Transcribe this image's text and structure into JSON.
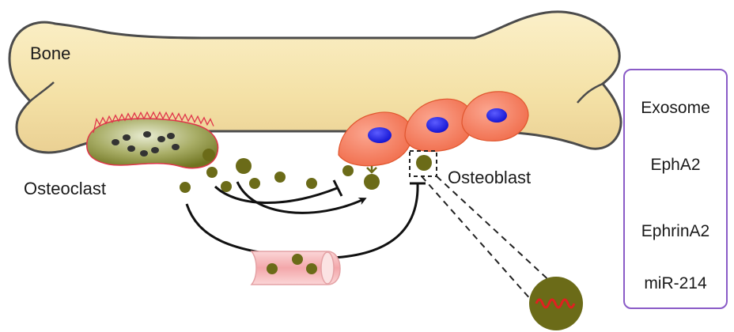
{
  "labels": {
    "bone": "Bone",
    "osteoclast": "Osteoclast",
    "osteoblast": "Osteoblast"
  },
  "legend": {
    "items": [
      {
        "label": "Exosome",
        "icon": "exosome-dot-icon"
      },
      {
        "label": "EphA2",
        "icon": "epha2-bar-icon"
      },
      {
        "label": "EphrinA2",
        "icon": "ephrina2-y-icon"
      },
      {
        "label": "miR-214",
        "icon": "mir214-wave-icon"
      }
    ]
  },
  "colors": {
    "bone_fill": "#f6e6b0",
    "bone_outline": "#555555",
    "exosome": "#6b6b18",
    "osteoblast_cell": "#f4795a",
    "osteoblast_nucleus": "#1a1aee",
    "osteoclast_fill": "#a9ad6a",
    "osteoclast_border": "#e0344a",
    "mirna": "#e02020",
    "legend_border": "#8a5bc7",
    "vessel": "#f4b8bb"
  }
}
